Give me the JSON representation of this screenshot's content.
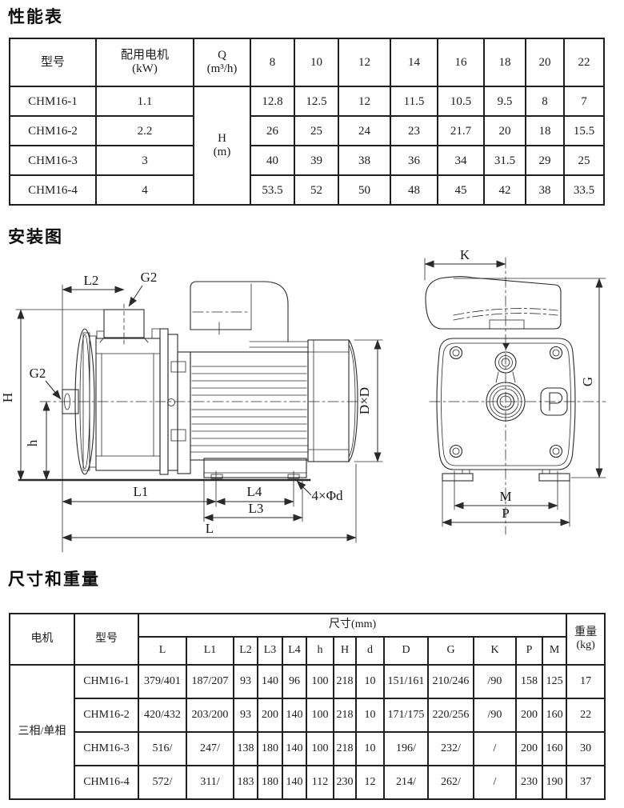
{
  "sections": {
    "performance": {
      "title": "性能表"
    },
    "installation": {
      "title": "安装图"
    },
    "dimensions": {
      "title": "尺寸和重量"
    }
  },
  "performance_table": {
    "headers": {
      "model": "型号",
      "motor_line1": "配用电机",
      "motor_line2": "(kW)",
      "q_line1": "Q",
      "q_line2": "(m³/h)",
      "flow_values": [
        "8",
        "10",
        "12",
        "14",
        "16",
        "18",
        "20",
        "22"
      ]
    },
    "head_label": {
      "line1": "H",
      "line2": "(m)"
    },
    "rows": [
      {
        "model": "CHM16-1",
        "power": "1.1",
        "values": [
          "12.8",
          "12.5",
          "12",
          "11.5",
          "10.5",
          "9.5",
          "8",
          "7"
        ]
      },
      {
        "model": "CHM16-2",
        "power": "2.2",
        "values": [
          "26",
          "25",
          "24",
          "23",
          "21.7",
          "20",
          "18",
          "15.5"
        ]
      },
      {
        "model": "CHM16-3",
        "power": "3",
        "values": [
          "40",
          "39",
          "38",
          "36",
          "34",
          "31.5",
          "29",
          "25"
        ]
      },
      {
        "model": "CHM16-4",
        "power": "4",
        "values": [
          "53.5",
          "52",
          "50",
          "48",
          "45",
          "42",
          "38",
          "33.5"
        ]
      }
    ]
  },
  "diagram": {
    "labels": {
      "l2": "L2",
      "g2_top": "G2",
      "g2_left": "G2",
      "h_total": "H",
      "h_axis": "h",
      "l1": "L1",
      "l4": "L4",
      "l3": "L3",
      "l": "L",
      "holes": "4×Φd",
      "dxd": "D×D",
      "k": "K",
      "g": "G",
      "m": "M",
      "p": "P"
    }
  },
  "dimension_table": {
    "headers": {
      "motor": "电机",
      "model": "型号",
      "size_group": "尺寸(mm)",
      "weight_line1": "重量",
      "weight_line2": "(kg)",
      "size_cols": [
        "L",
        "L1",
        "L2",
        "L3",
        "L4",
        "h",
        "H",
        "d",
        "D",
        "G",
        "K",
        "P",
        "M"
      ]
    },
    "motor_type": "三相/单相",
    "rows": [
      {
        "model": "CHM16-1",
        "values": [
          "379/401",
          "187/207",
          "93",
          "140",
          "96",
          "100",
          "218",
          "10",
          "151/161",
          "210/246",
          "/90",
          "158",
          "125"
        ],
        "weight": "17"
      },
      {
        "model": "CHM16-2",
        "values": [
          "420/432",
          "203/200",
          "93",
          "200",
          "140",
          "100",
          "218",
          "10",
          "171/175",
          "220/256",
          "/90",
          "200",
          "160"
        ],
        "weight": "22"
      },
      {
        "model": "CHM16-3",
        "values": [
          "516/",
          "247/",
          "138",
          "180",
          "140",
          "100",
          "218",
          "10",
          "196/",
          "232/",
          "/",
          "200",
          "160"
        ],
        "weight": "30"
      },
      {
        "model": "CHM16-4",
        "values": [
          "572/",
          "311/",
          "183",
          "180",
          "140",
          "112",
          "230",
          "12",
          "214/",
          "262/",
          "/",
          "230",
          "190"
        ],
        "weight": "37"
      }
    ]
  }
}
